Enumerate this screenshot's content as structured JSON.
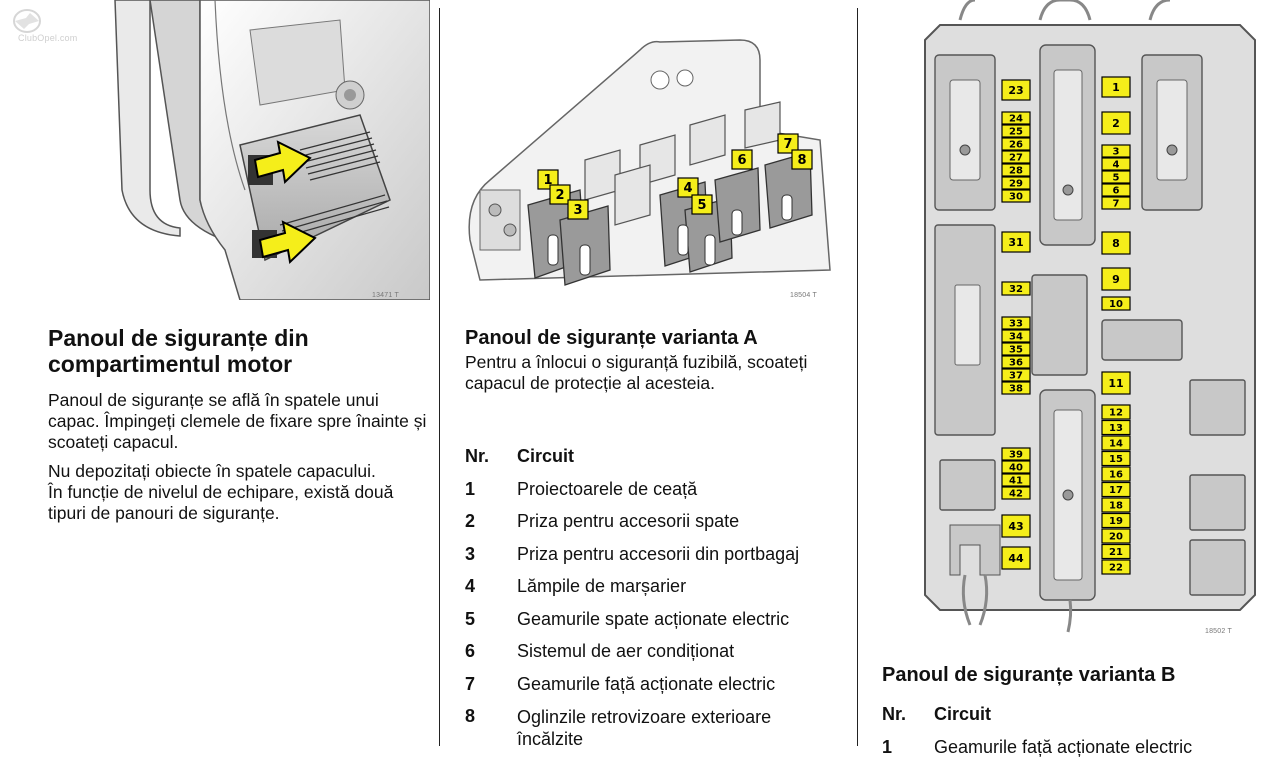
{
  "watermark": "ClubOpel.com",
  "col1": {
    "figure_code": "13471 T",
    "heading": "Panoul de siguranțe din compartimentul motor",
    "paragraphs": [
      "Panoul de siguranțe se află în spatele unui capac. Împingeți clemele de fixare spre înainte și scoateți capacul.",
      "Nu depozitați obiecte în spatele capacului.",
      "În funcție de nivelul de echipare, există două tipuri de panouri de siguranțe."
    ]
  },
  "col2": {
    "figure_code": "18504 T",
    "figure_fuse_numbers": [
      "1",
      "2",
      "3",
      "4",
      "5",
      "6",
      "7",
      "8"
    ],
    "heading": "Panoul de siguranțe varianta A",
    "intro": "Pentru a înlocui o siguranță fuzibilă, scoateți capacul de protecție al acesteia.",
    "table_header": {
      "nr": "Nr.",
      "circuit": "Circuit"
    },
    "rows": [
      {
        "nr": "1",
        "circuit": "Proiectoarele de ceață"
      },
      {
        "nr": "2",
        "circuit": "Priza pentru accesorii spate"
      },
      {
        "nr": "3",
        "circuit": "Priza pentru accesorii din portbagaj"
      },
      {
        "nr": "4",
        "circuit": "Lămpile de marșarier"
      },
      {
        "nr": "5",
        "circuit": "Geamurile spate acționate electric"
      },
      {
        "nr": "6",
        "circuit": "Sistemul de aer condiționat"
      },
      {
        "nr": "7",
        "circuit": "Geamurile față acționate electric"
      },
      {
        "nr": "8",
        "circuit": "Oglinzile retrovizoare exterioare încălzite"
      }
    ]
  },
  "col3": {
    "figure_code": "18502 T",
    "figure_fuse_numbers": [
      "1",
      "2",
      "3",
      "4",
      "5",
      "6",
      "7",
      "8",
      "9",
      "10",
      "11",
      "12",
      "13",
      "14",
      "15",
      "16",
      "17",
      "18",
      "19",
      "20",
      "21",
      "22",
      "23",
      "24",
      "25",
      "26",
      "27",
      "28",
      "29",
      "30",
      "31",
      "32",
      "33",
      "34",
      "35",
      "36",
      "37",
      "38",
      "39",
      "40",
      "41",
      "42",
      "43",
      "44"
    ],
    "heading": "Panoul de siguranțe varianta B",
    "table_header": {
      "nr": "Nr.",
      "circuit": "Circuit"
    },
    "rows": [
      {
        "nr": "1",
        "circuit": "Geamurile față acționate electric"
      }
    ]
  },
  "colors": {
    "fuse_yellow": "#f5ee1a",
    "text": "#111111",
    "rule": "#222222"
  }
}
